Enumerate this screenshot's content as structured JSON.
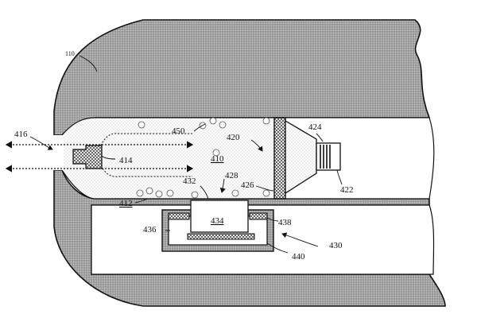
{
  "labels": {
    "l110": "110",
    "l416": "416",
    "l450": "450",
    "l420": "420",
    "l424": "424",
    "l414": "414",
    "l410": "410",
    "l428": "428",
    "l432": "432",
    "l426": "426",
    "l422": "422",
    "l412": "412",
    "l434": "434",
    "l438": "438",
    "l436": "436",
    "l430": "430",
    "l440": "440"
  },
  "colors": {
    "outline": "#111111",
    "hatch_housing": "#9a9a9a",
    "hatch_dots": "#b5b5b5"
  }
}
